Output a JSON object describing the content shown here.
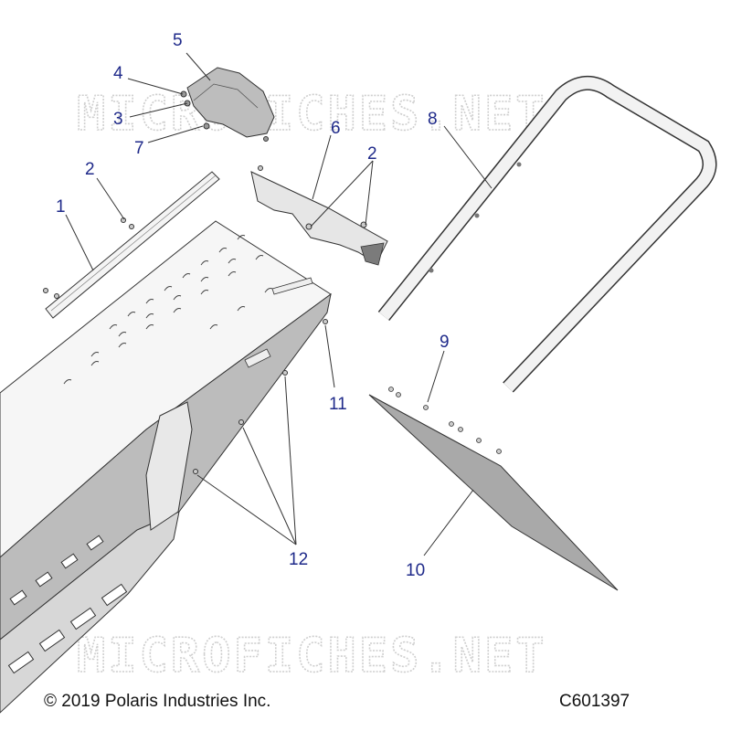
{
  "watermark": "MICROFICHES.NET",
  "callouts": [
    "1",
    "2",
    "3",
    "4",
    "5",
    "6",
    "7",
    "8",
    "9",
    "10",
    "11",
    "12"
  ],
  "footer": {
    "copyright": "© 2019 Polaris Industries Inc.",
    "code": "C601397"
  }
}
